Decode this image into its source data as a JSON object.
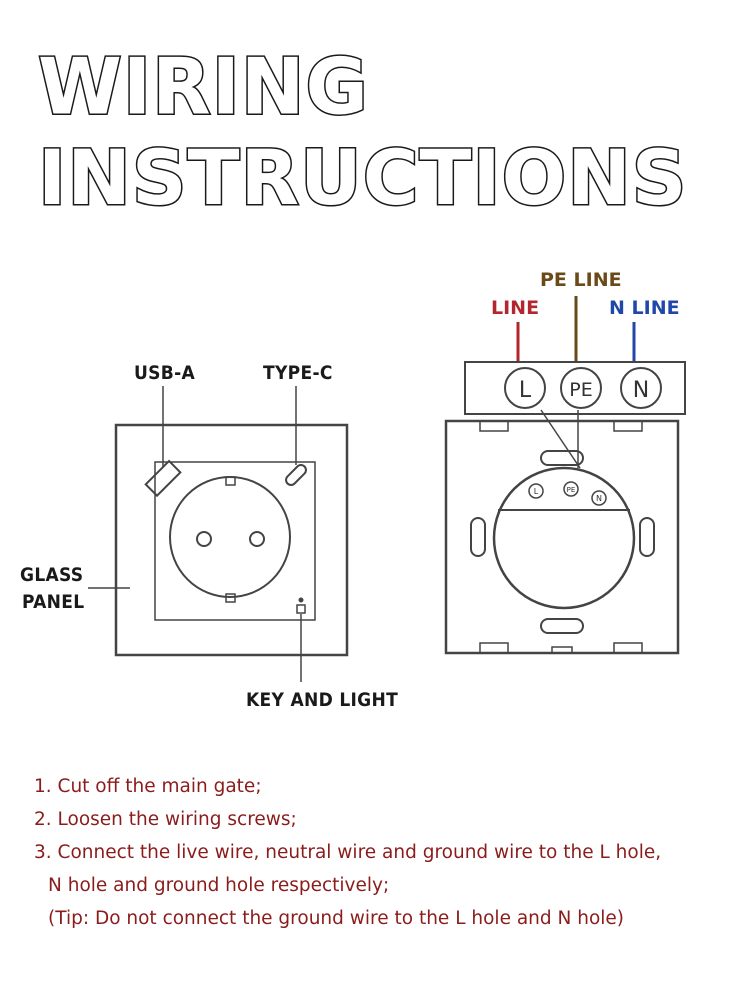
{
  "title": {
    "line1": "WIRING",
    "line2": "INSTRUCTIONS"
  },
  "front_panel": {
    "usb_a": "USB-A",
    "type_c": "TYPE-C",
    "glass_panel_line1": "GLASS",
    "glass_panel_line2": "PANEL",
    "key_and_light": "KEY AND LIGHT"
  },
  "back_panel": {
    "pe_line": "PE LINE",
    "line": "LINE",
    "n_line": "N LINE",
    "terminal_l": "L",
    "terminal_pe": "PE",
    "terminal_n": "N",
    "small_l": "L",
    "small_pe": "PE",
    "small_n": "N"
  },
  "colors": {
    "line": "#b3262e",
    "pe": "#6b4a1a",
    "n": "#2147a8",
    "steps_text": "#8b1c1c"
  },
  "steps": {
    "s1": "1. Cut off the main gate;",
    "s2": "2. Loosen the wiring screws;",
    "s3a": "3. Connect the live wire, neutral wire and ground wire to the L hole,",
    "s3b": "N hole and ground hole respectively;",
    "tip": "(Tip: Do not connect the ground wire to the L hole and N hole)"
  }
}
